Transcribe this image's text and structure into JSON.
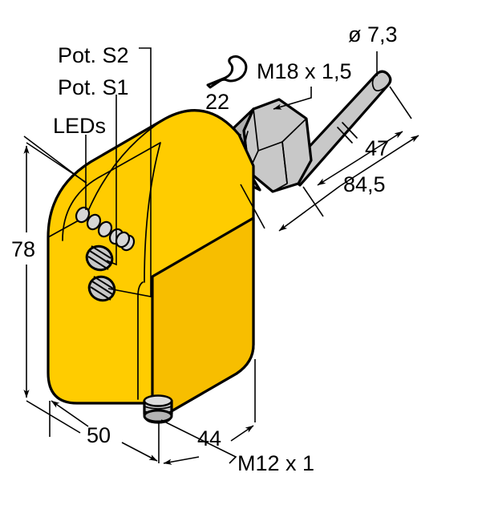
{
  "drawing": {
    "title": "Sensor dimensional drawing",
    "colors": {
      "body_yellow": "#FFCC00",
      "body_yellow_shaded": "#F7BE00",
      "metal_gray": "#C8C8C8",
      "metal_gray_dark": "#AFAFAF",
      "metal_gray_light": "#DCDCDC",
      "outline_black": "#000000",
      "background": "#FFFFFF"
    },
    "labels": {
      "pot_s2": "Pot. S2",
      "pot_s1": "Pot. S1",
      "leds": "LEDs",
      "wrench_size": "22",
      "thread_process": "M18 x 1,5",
      "rod_diameter": "ø 7,3",
      "connector_thread": "M12 x 1"
    },
    "dimensions": {
      "height_78": "78",
      "width_50": "50",
      "depth_44": "44",
      "rod_length_47": "47",
      "total_length_845": "84,5"
    },
    "icons": {
      "wrench": "wrench-icon"
    },
    "components": {
      "led_count": 6,
      "pot_count": 2
    }
  }
}
